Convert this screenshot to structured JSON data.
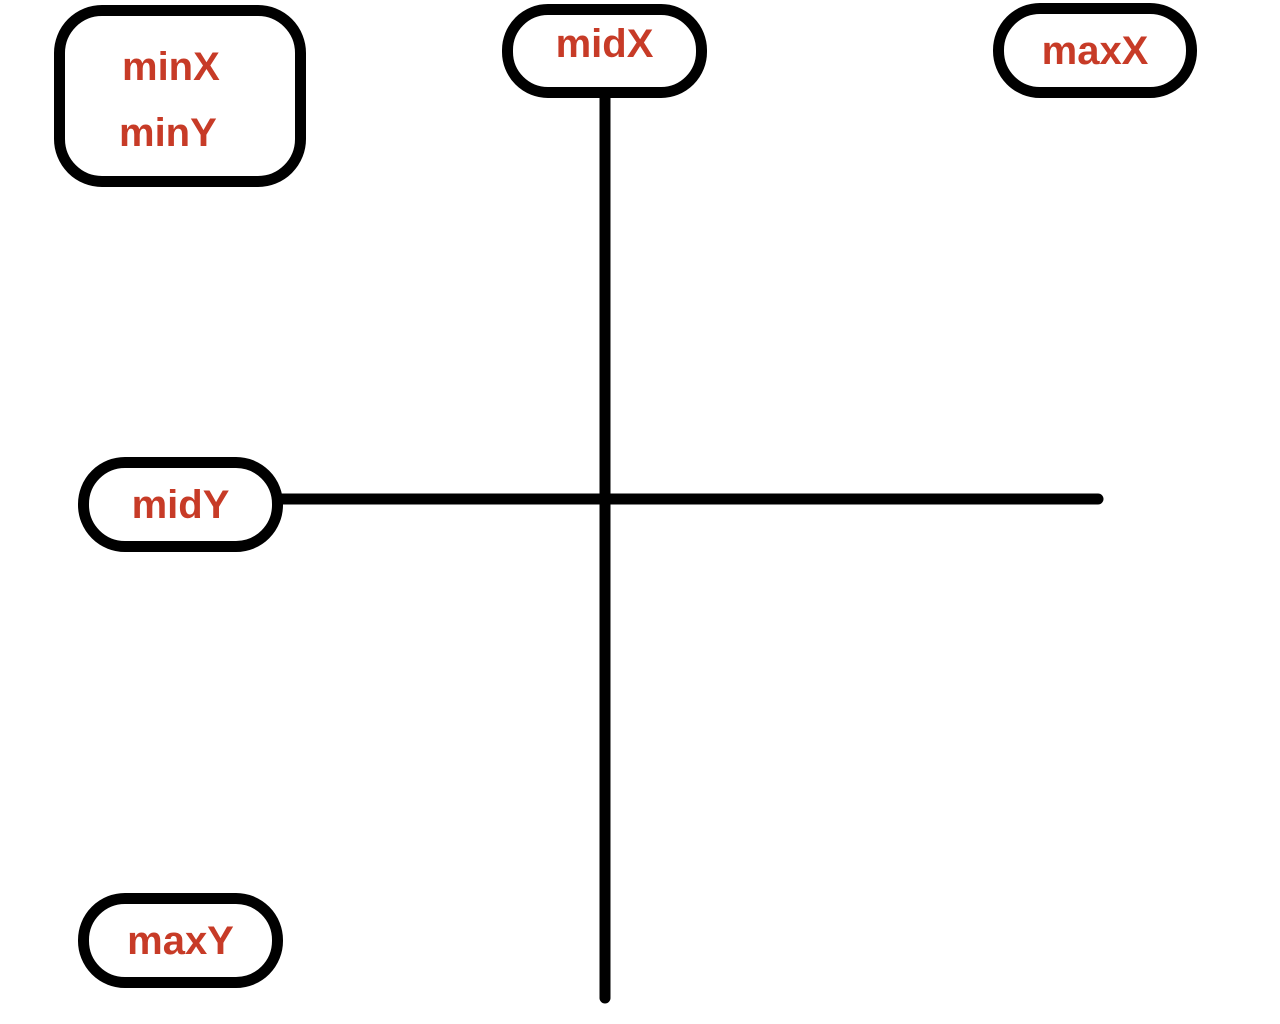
{
  "labels": {
    "min_x": "minX",
    "min_y": "minY",
    "mid_x": "midX",
    "max_x": "maxX",
    "mid_y": "midY",
    "max_y": "maxY"
  },
  "colors": {
    "label_text": "#c73b27",
    "stroke": "#000000",
    "background": "#ffffff"
  }
}
